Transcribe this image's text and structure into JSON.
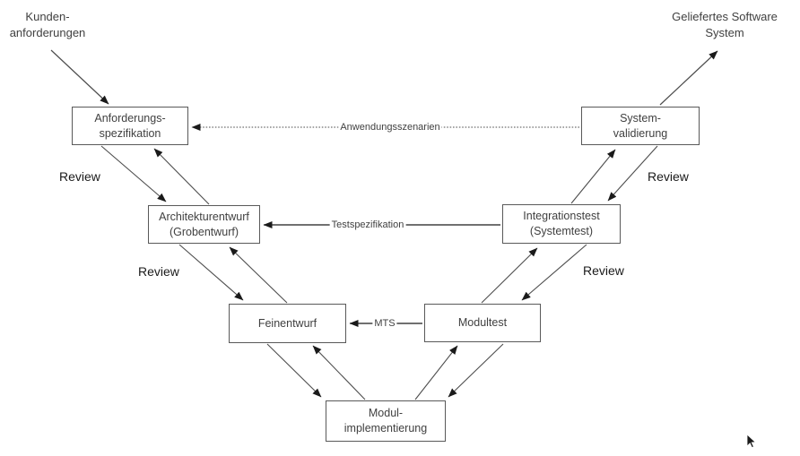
{
  "diagram": {
    "kind": "v-model",
    "source_label": "Kunden-\nanforderungen",
    "delivered_label": "Geliefertes Software\nSystem",
    "boxes": {
      "requirements": "Anforderungs-\nspezifikation",
      "architecture": "Architekturentwurf\n(Grobentwurf)",
      "detailed_design": "Feinentwurf",
      "module_implementation": "Modul-\nimplementierung",
      "module_test": "Modultest",
      "integration_test": "Integrationstest\n(Systemtest)",
      "system_validation": "System-\nvalidierung"
    },
    "edge_labels": {
      "application_scenarios": "Anwendungsszenarien",
      "test_specification": "Testspezifikation",
      "module_test_spec": "MTS"
    },
    "review_labels": [
      "Review",
      "Review",
      "Review",
      "Review"
    ]
  },
  "colors": {
    "background": "#ffffff",
    "box_border": "#595959",
    "text": "#404040",
    "line": "#4d4d4d",
    "arrowhead": "#1a1a1a"
  }
}
